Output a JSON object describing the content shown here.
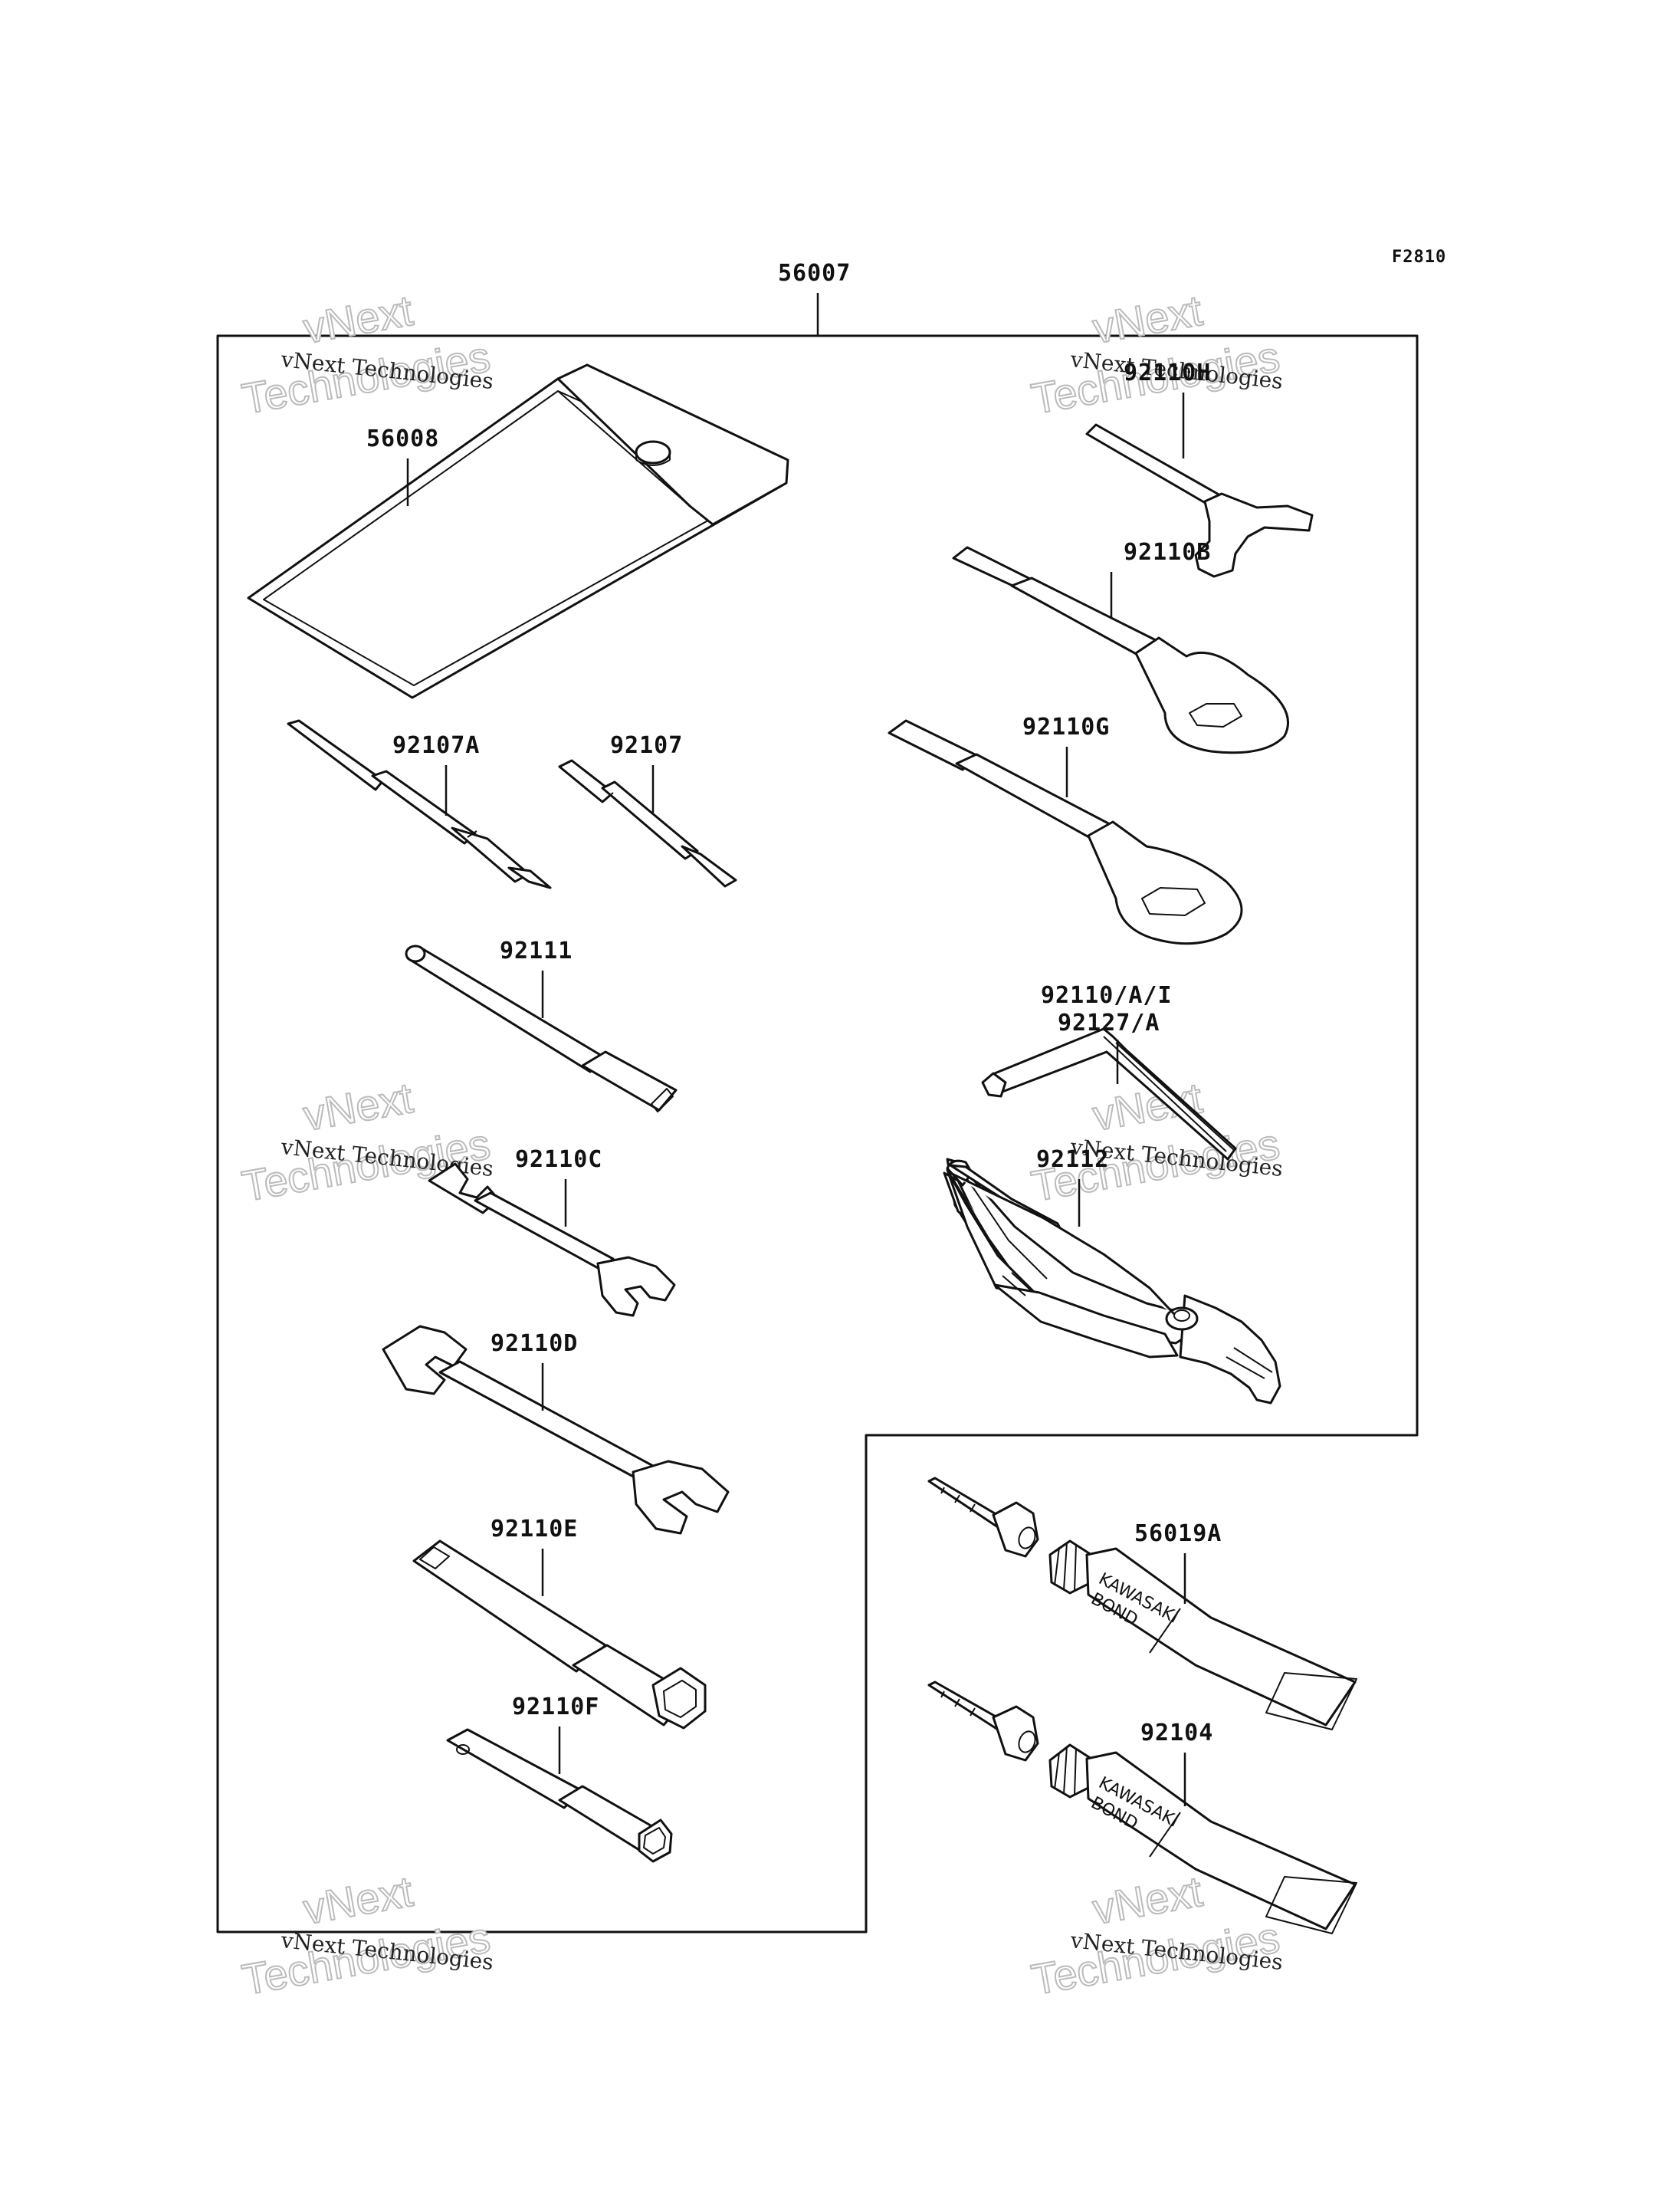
{
  "figure_code": "F2810",
  "assembly": {
    "part_number": "56007"
  },
  "parts": {
    "pouch": "56008",
    "hook_wrench": "92110H",
    "ring_wrench_b": "92110B",
    "ring_wrench_g": "92110G",
    "driver_a": "92107A",
    "driver": "92107",
    "handle": "92111",
    "hex_wrench_1": "92110/A/I",
    "hex_wrench_2": "92127/A",
    "wrench_c": "92110C",
    "pliers": "92112",
    "wrench_d": "92110D",
    "plug_wrench_e": "92110E",
    "plug_wrench_f": "92110F",
    "bond_a": "56019A",
    "bond_b": "92104"
  },
  "tube_print": {
    "line1": "KAWASAKI",
    "line2": "BOND"
  },
  "watermark": {
    "line1": "vNext",
    "line2": "Technologies",
    "small": "vNext Technologies"
  }
}
